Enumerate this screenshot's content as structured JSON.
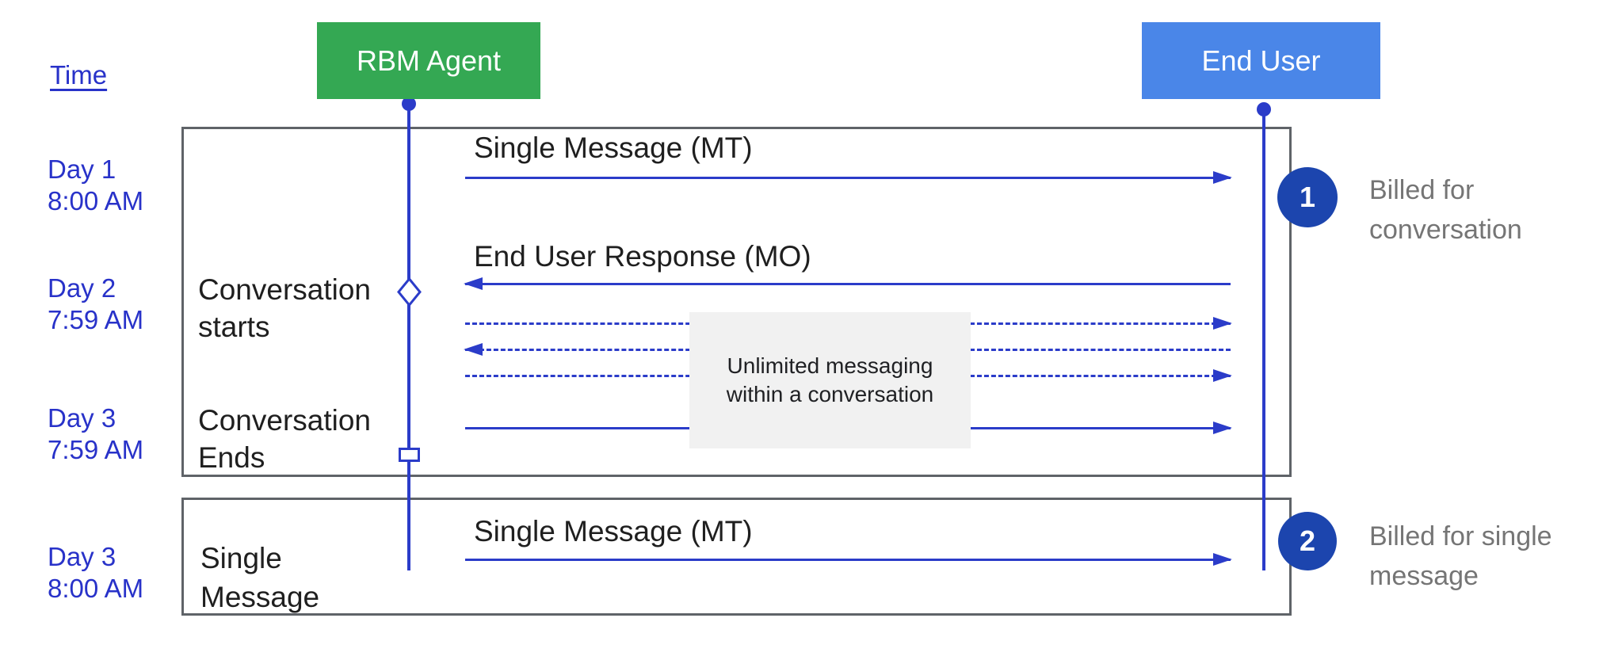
{
  "diagram": {
    "time_label": "Time",
    "actors": [
      {
        "id": "rbm-agent",
        "label": "RBM Agent"
      },
      {
        "id": "end-user",
        "label": "End User"
      }
    ],
    "time_markers": [
      {
        "day": "Day 1",
        "time": "8:00 AM"
      },
      {
        "day": "Day 2",
        "time": "7:59 AM"
      },
      {
        "day": "Day 3",
        "time": "7:59 AM"
      },
      {
        "day": "Day 3",
        "time": "8:00 AM"
      }
    ],
    "phase_labels": [
      {
        "line1": "Conversation",
        "line2": "starts"
      },
      {
        "line1": "Conversation",
        "line2": "Ends"
      },
      {
        "line1": "Single",
        "line2": "Message"
      }
    ],
    "messages": [
      {
        "id": "mt1",
        "label": "Single Message (MT)",
        "direction": "right",
        "style": "solid"
      },
      {
        "id": "mo1",
        "label": "End User Response (MO)",
        "direction": "left",
        "style": "solid"
      },
      {
        "id": "dashed-right-1",
        "label": "",
        "direction": "right",
        "style": "dashed"
      },
      {
        "id": "dashed-left-1",
        "label": "",
        "direction": "left",
        "style": "dashed"
      },
      {
        "id": "dashed-right-2",
        "label": "",
        "direction": "right",
        "style": "dashed"
      },
      {
        "id": "conversation-end-message",
        "label": "",
        "direction": "right",
        "style": "solid"
      },
      {
        "id": "mt2",
        "label": "Single Message (MT)",
        "direction": "right",
        "style": "solid"
      }
    ],
    "note": {
      "line1": "Unlimited messaging",
      "line2": "within a conversation"
    },
    "annotations": [
      {
        "number": "1",
        "line1": "Billed for",
        "line2": "conversation"
      },
      {
        "number": "2",
        "line1": "Billed for single",
        "line2": "message"
      }
    ],
    "colors": {
      "agent-green": "#34a853",
      "user-blue": "#4a86e8",
      "label-blue": "#2832c9",
      "line-blue": "#2b3cc9",
      "badge-navy": "#1c45ae",
      "muted-gray": "#757575",
      "box-border": "#5f6368",
      "note-bg": "#f1f1f1",
      "text-black": "#1f1f1f"
    }
  }
}
